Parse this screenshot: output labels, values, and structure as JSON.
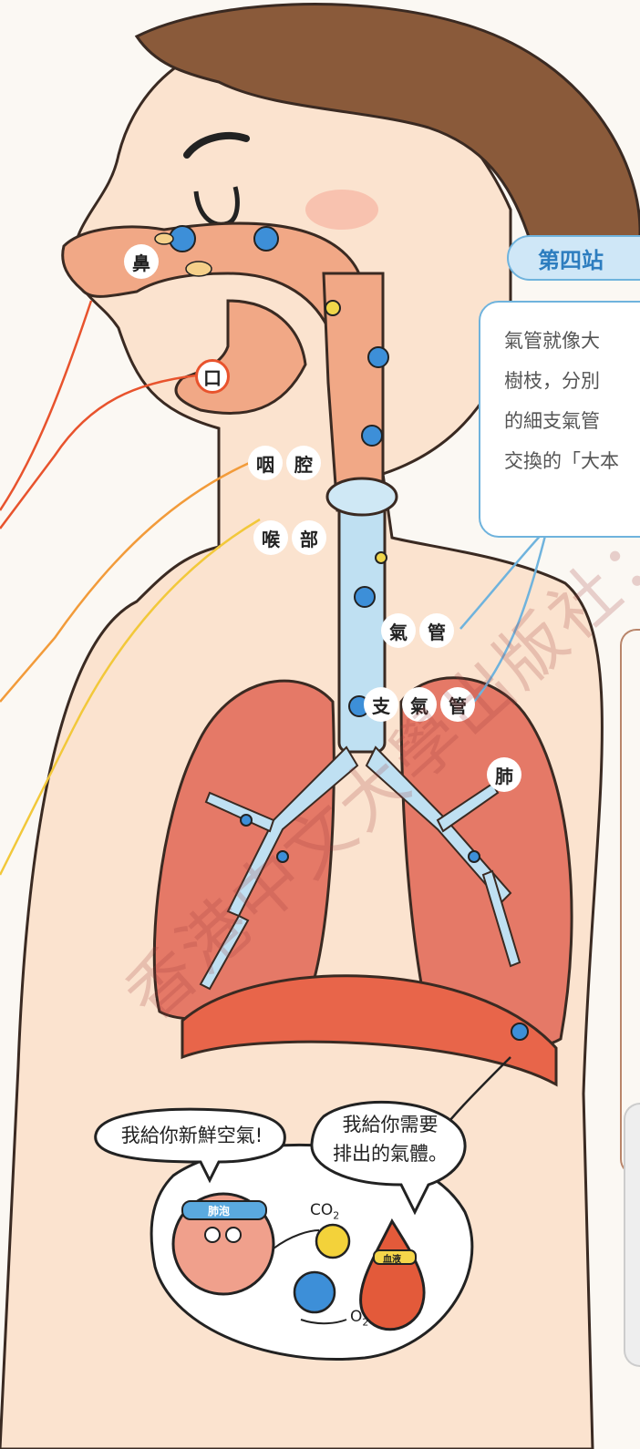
{
  "labels": {
    "nose": "鼻",
    "mouth": "口",
    "pharynx": [
      "咽",
      "腔"
    ],
    "larynx": [
      "喉",
      "部"
    ],
    "trachea": [
      "氣",
      "管"
    ],
    "bronchus": [
      "支",
      "氣",
      "管"
    ],
    "lung": "肺"
  },
  "station": {
    "title": "第四站",
    "lines": [
      "氣管就像大",
      "樹枝，分別",
      "的細支氣管",
      "交換的「大本"
    ]
  },
  "bubbles": {
    "left": "我給你新鮮空氣!",
    "right_line1": "我給你需要",
    "right_line2": "排出的氣體。"
  },
  "characters": {
    "alveolus_headband": "肺泡",
    "blood_headband": "血液"
  },
  "chem": {
    "co2_main": "CO",
    "co2_sub": "2",
    "o2_main": "O",
    "o2_sub": "2"
  },
  "watermark": "香港中文大學出版社：易"
}
